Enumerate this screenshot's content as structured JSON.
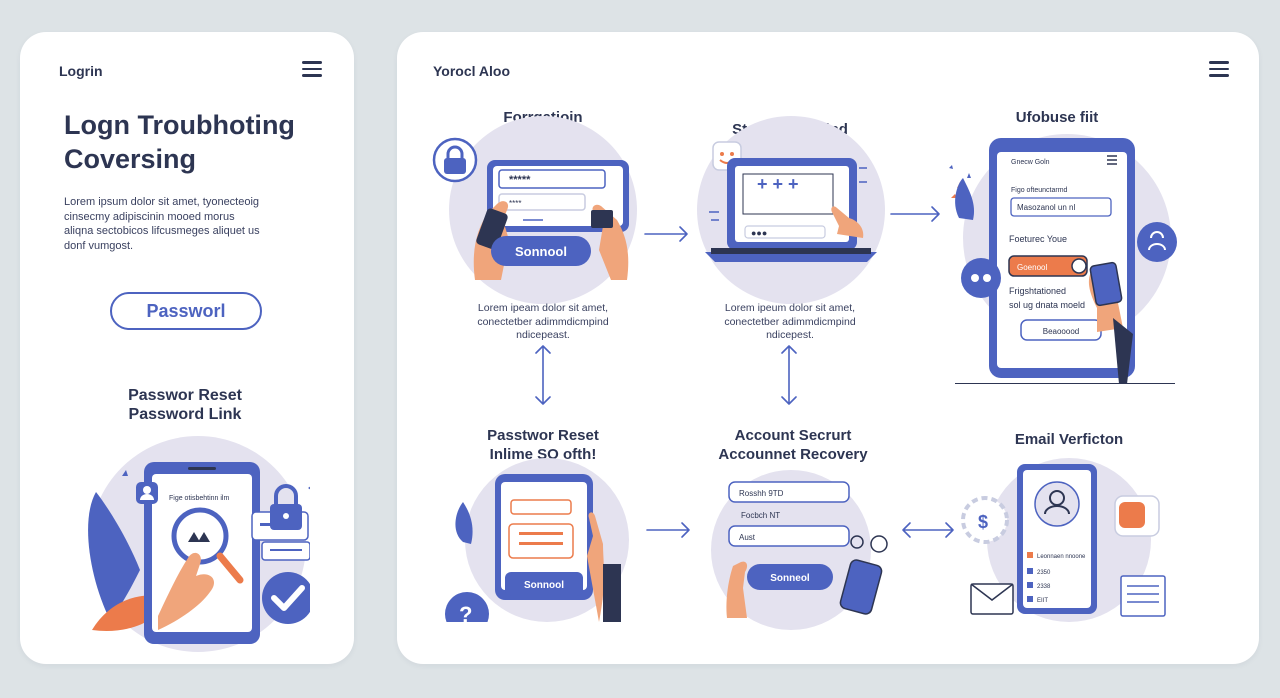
{
  "left_panel": {
    "header_title": "Logrin",
    "title_line1": "Logn Troubhoting",
    "title_line2": "Coversing",
    "lorem": [
      "Lorem ipsum dolor sit amet, tyonecteoig",
      "cinsecmy adipiscinin mooed morus",
      "aliqna sectobicos lifcusmeges aliquet us",
      "donf vumgost."
    ],
    "password_button": "Passworl",
    "reset_title_line1": "Passwor Reset",
    "reset_title_line2": "Password Link",
    "phone_header": "Fige otisbehtinn ilm"
  },
  "main_panel": {
    "header_title": "Yorocl Aloo",
    "steps": [
      {
        "title_line1": "Forrgatioin",
        "title_line2": "Password",
        "password_mask": "*****",
        "field_hint": "****",
        "button": "Sonnool",
        "desc": [
          "Lorem ipeam dolor sit amet,",
          "conectetber adimmdicmpind",
          "ndicepeast."
        ]
      },
      {
        "title_line1": "Stoop Ree Ulind",
        "title_line2": "",
        "desc": [
          "Lorem ipeum dolor sit amet,",
          "conectetber adimmdicmpind",
          "ndicepest."
        ]
      },
      {
        "title_line1": "Ufobuse fiit",
        "title_line2": "",
        "app_header": "Gnecw Goln",
        "field_label": "Figo ofteunctarmd",
        "field_value": "Masozanol un nl",
        "label2": "Foeturec Youe",
        "toggle_text": "Goenool",
        "note_line1": "Frigshtationed",
        "note_line2": "sol ug dnata moeld",
        "button": "Beaooood"
      },
      {
        "title_line1": "Passtwor Reset",
        "title_line2": "Inlime SO ofth!",
        "button": "Sonnool"
      },
      {
        "title_line1": "Account Secrurt",
        "title_line2": "Accounnet Recovery",
        "field1": "Rosshh 9TD",
        "label": "Focbch NT",
        "field2": "Aust",
        "button": "Sonneol"
      },
      {
        "title_line1": "Email Verficton",
        "title_line2": "",
        "row_texts": [
          "Leonnaen nnoone",
          "2350",
          "2338",
          "EIIT"
        ]
      }
    ]
  },
  "colors": {
    "page_bg": "#dde3e6",
    "card_bg": "#ffffff",
    "primary": "#4d63c0",
    "dark_text": "#2d3552",
    "circle_bg": "#e4e2ef",
    "skin": "#f0a57b",
    "accent_orange": "#ec7b4b"
  },
  "icons": [
    "menu-icon",
    "lock-icon",
    "gear-icon",
    "envelope-icon",
    "checkmark-icon",
    "magnifier-icon",
    "question-icon",
    "arrow-icon"
  ]
}
